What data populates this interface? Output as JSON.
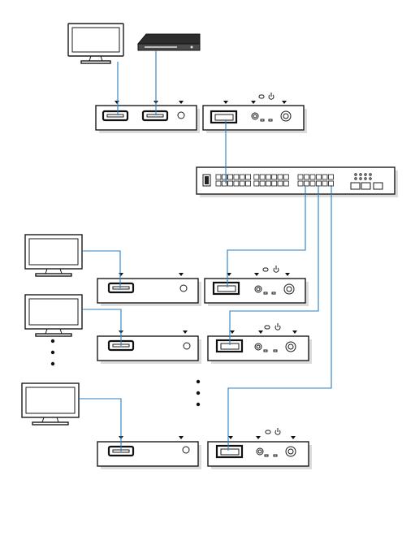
{
  "colors": {
    "cable": "#2a7fc1",
    "outline": "#1a1a1a",
    "device_shadow": "#dcdcdc",
    "background": "#ffffff"
  },
  "icons": {
    "monitor": "monitor-icon",
    "media_player": "media-player-icon",
    "hdmi_port": "hdmi-port-icon",
    "sfp_port": "sfp-port-icon",
    "power_symbol": "power-icon",
    "ethernet_port": "rj45-port-icon"
  },
  "diagram": {
    "title": "",
    "transmitter": {
      "hdmi_inputs": 2,
      "sfp_ports": 1
    },
    "network_switch": {
      "rj45_ports": 24,
      "sfp_ports": 6,
      "uplink_ports": 3
    },
    "receivers": {
      "count_shown": 3,
      "continuation_dots": 3
    },
    "displays": {
      "count_shown": 4
    }
  }
}
